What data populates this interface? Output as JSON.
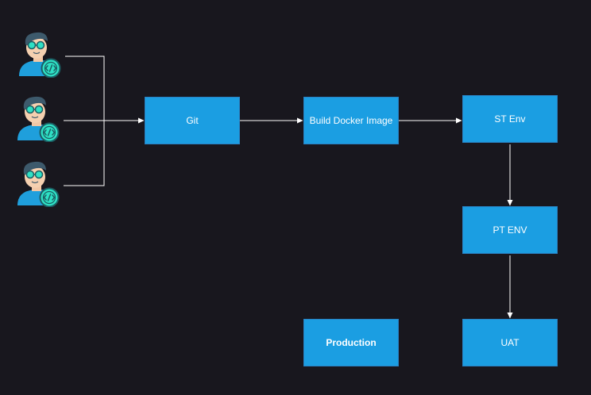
{
  "diagram": {
    "background": "#18171e",
    "box_color": "#1b9ee2",
    "connector_color": "#ffffff",
    "nodes": {
      "git": {
        "label": "Git"
      },
      "build": {
        "label": "Build Docker Image"
      },
      "st": {
        "label": "ST Env"
      },
      "pt": {
        "label": "PT ENV"
      },
      "uat": {
        "label": "UAT"
      },
      "production": {
        "label": "Production"
      }
    },
    "developers": [
      {
        "icon": "developer-icon"
      },
      {
        "icon": "developer-icon"
      },
      {
        "icon": "developer-icon"
      }
    ]
  }
}
